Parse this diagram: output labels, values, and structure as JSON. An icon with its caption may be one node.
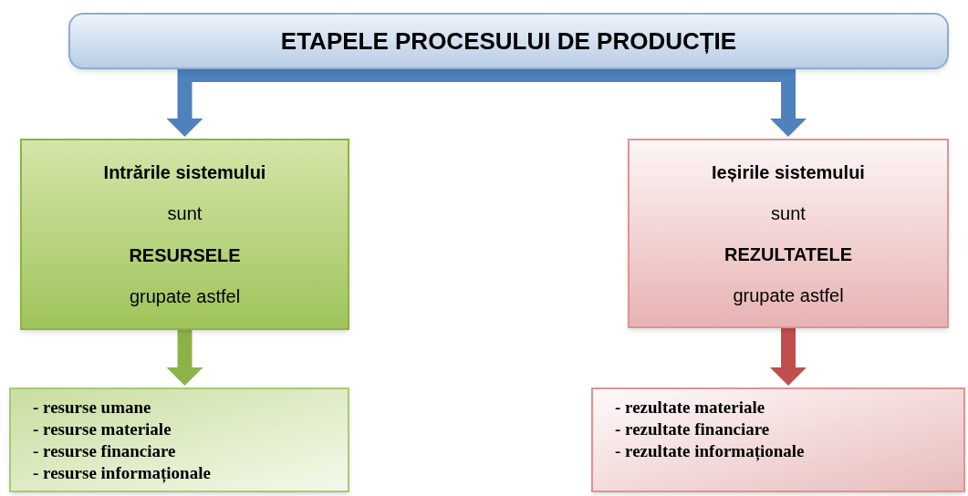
{
  "diagram": {
    "nodes": [
      {
        "text": [
          "ETAPELE PROCESULUI DE PRODUCȚIE"
        ]
      },
      {
        "text": [
          "Intrările sistemului",
          "sunt",
          "RESURSELE",
          "grupate astfel"
        ]
      },
      {
        "text": [
          "Ieșirile sistemului",
          "sunt",
          "REZULTATELE",
          "grupate astfel"
        ]
      },
      {
        "text": [
          "- resurse umane",
          "- resurse materiale",
          "- resurse financiare",
          "- resurse informaționale"
        ]
      },
      {
        "text": [
          "- rezultate materiale",
          "- rezultate financiare",
          "- rezultate informaționale"
        ]
      }
    ],
    "edges": [
      {
        "from": 0,
        "to": 1,
        "arrow": "to"
      },
      {
        "from": 0,
        "to": 2,
        "arrow": "to"
      },
      {
        "from": 1,
        "to": 3,
        "arrow": "to",
        "color": "#8db248"
      },
      {
        "from": 2,
        "to": 4,
        "arrow": "to",
        "color": "#c0504d"
      }
    ]
  }
}
